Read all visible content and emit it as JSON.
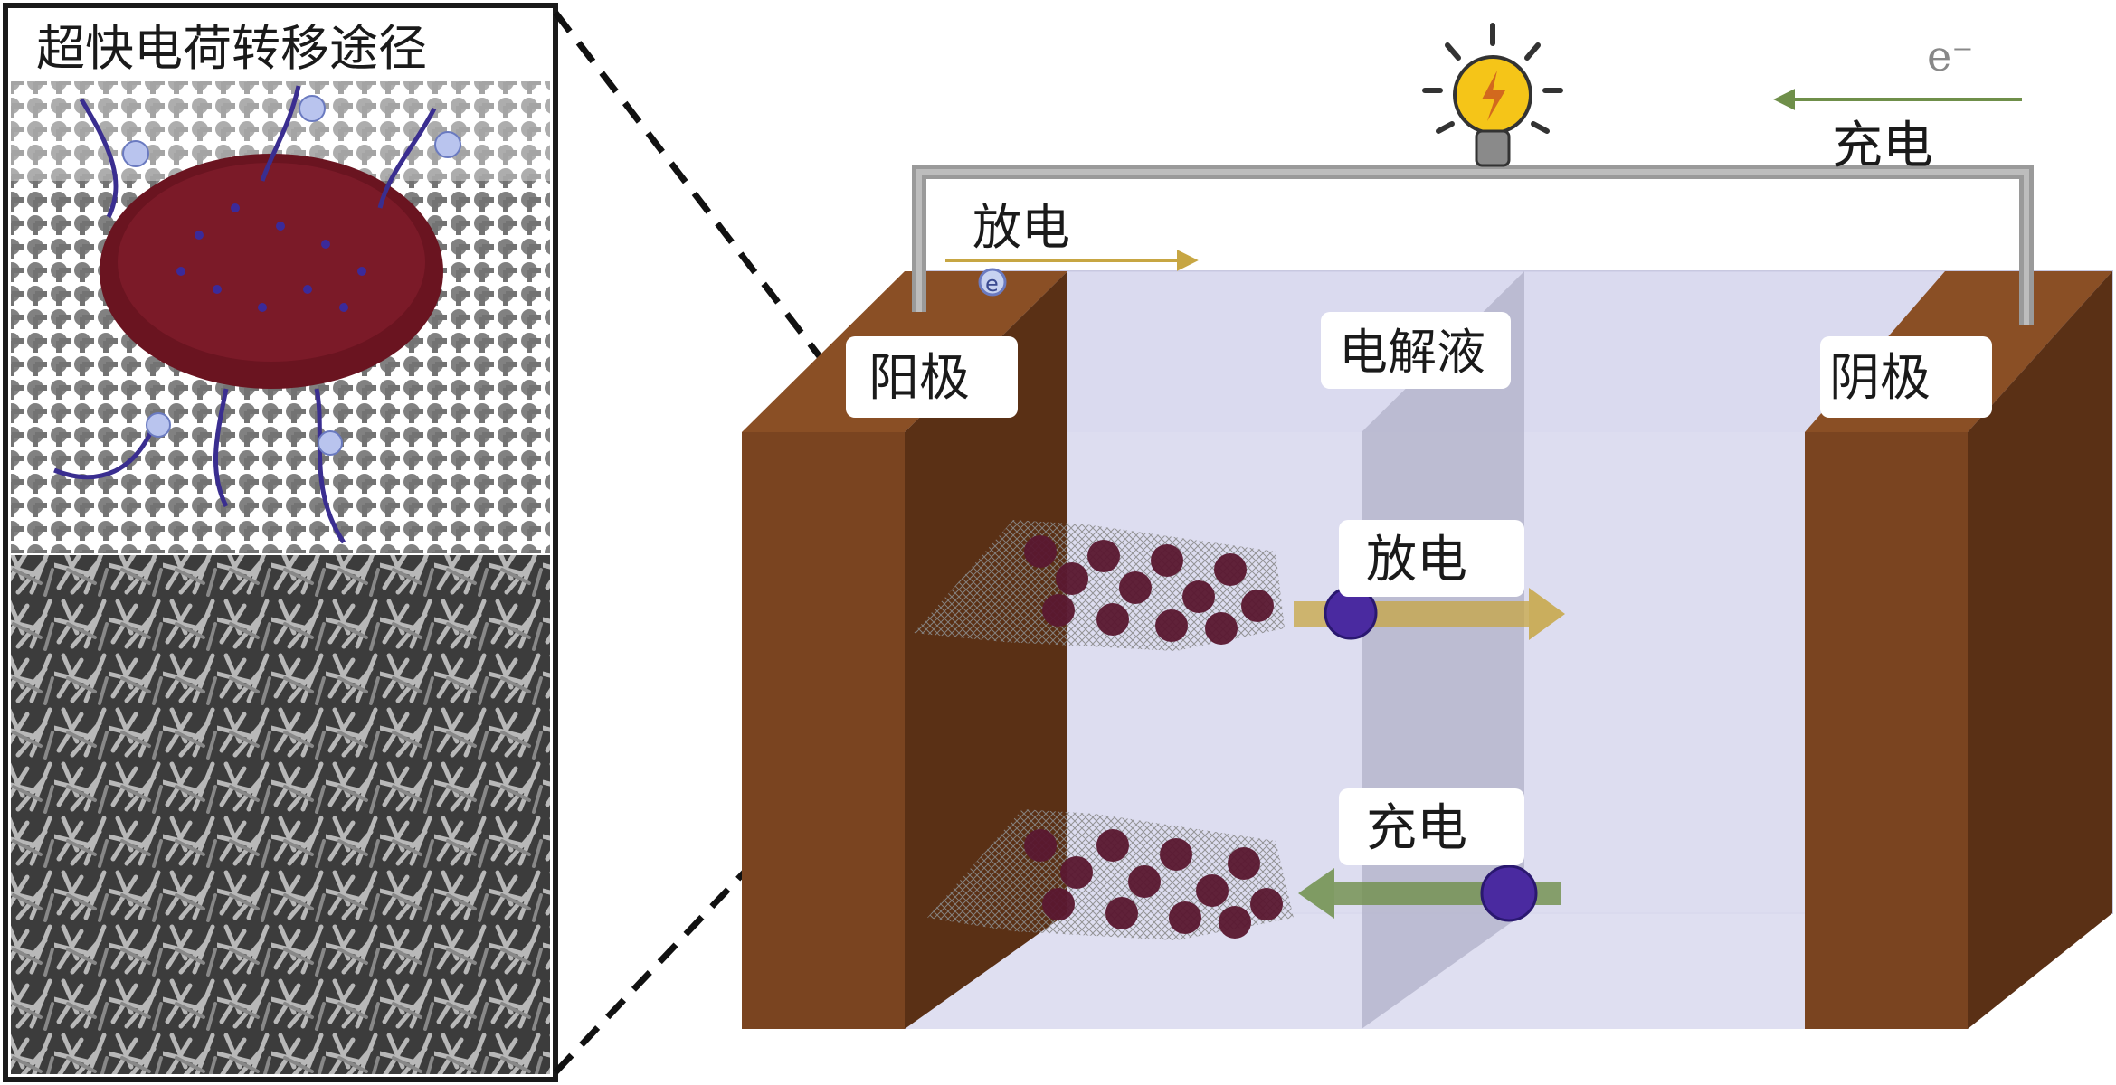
{
  "inset": {
    "title": "超快电荷转移途径"
  },
  "circuit": {
    "electron_symbol": "e⁻",
    "charge_label": "充电",
    "discharge_label": "放电",
    "ion_symbol": "e"
  },
  "cell": {
    "anode_label": "阳极",
    "cathode_label": "阴极",
    "electrolyte_label": "电解液",
    "discharge_label": "放电",
    "charge_label": "充电"
  },
  "colors": {
    "electrode": "#7a4420",
    "electrode_dark": "#5a3015",
    "electrolyte": "#dcdcf0",
    "wire": "#9a9a9a",
    "gold_arrow": "#c7a643",
    "green_arrow": "#6f8f4a",
    "ion": "#4a2aa0",
    "particle": "#5a1830"
  }
}
